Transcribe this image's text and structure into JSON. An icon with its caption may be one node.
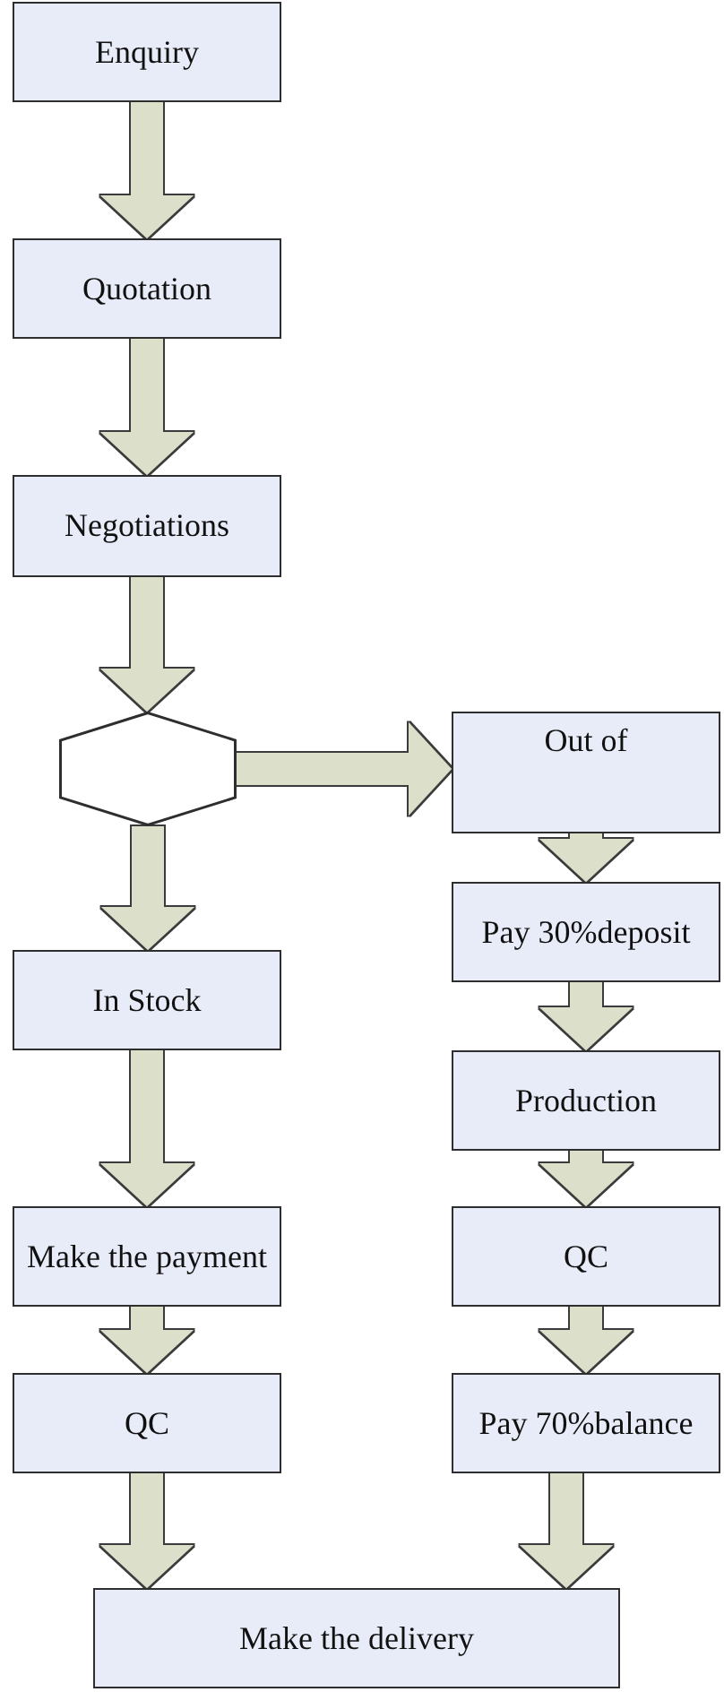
{
  "diagram": {
    "nodes": [
      {
        "text": [
          "Enquiry"
        ]
      },
      {
        "text": [
          "Quotation"
        ]
      },
      {
        "text": [
          "Negotiations"
        ]
      },
      {
        "text": [],
        "shape": "diamond"
      },
      {
        "text": [
          "Out of"
        ]
      },
      {
        "text": [
          "Pay 30%deposit"
        ]
      },
      {
        "text": [
          "In Stock"
        ]
      },
      {
        "text": [
          "Production"
        ]
      },
      {
        "text": [
          "Make the payment"
        ]
      },
      {
        "text": [
          "QC"
        ]
      },
      {
        "text": [
          "QC"
        ]
      },
      {
        "text": [
          "Pay 70%balance"
        ]
      },
      {
        "text": [
          "Make the delivery"
        ]
      }
    ],
    "edges": [
      {
        "from": 0,
        "to": 1,
        "arrow": "to"
      },
      {
        "from": 1,
        "to": 2,
        "arrow": "to"
      },
      {
        "from": 2,
        "to": 3,
        "arrow": "to"
      },
      {
        "from": 3,
        "to": 4,
        "arrow": "to"
      },
      {
        "from": 4,
        "to": 5,
        "arrow": "to"
      },
      {
        "from": 3,
        "to": 6,
        "arrow": "to"
      },
      {
        "from": 5,
        "to": 7,
        "arrow": "to"
      },
      {
        "from": 7,
        "to": 9,
        "arrow": "to"
      },
      {
        "from": 9,
        "to": 11,
        "arrow": "to"
      },
      {
        "from": 11,
        "to": 12,
        "arrow": "to"
      },
      {
        "from": 6,
        "to": 8,
        "arrow": "to"
      },
      {
        "from": 8,
        "to": 10,
        "arrow": "to"
      },
      {
        "from": 10,
        "to": 12,
        "arrow": "to"
      }
    ]
  }
}
